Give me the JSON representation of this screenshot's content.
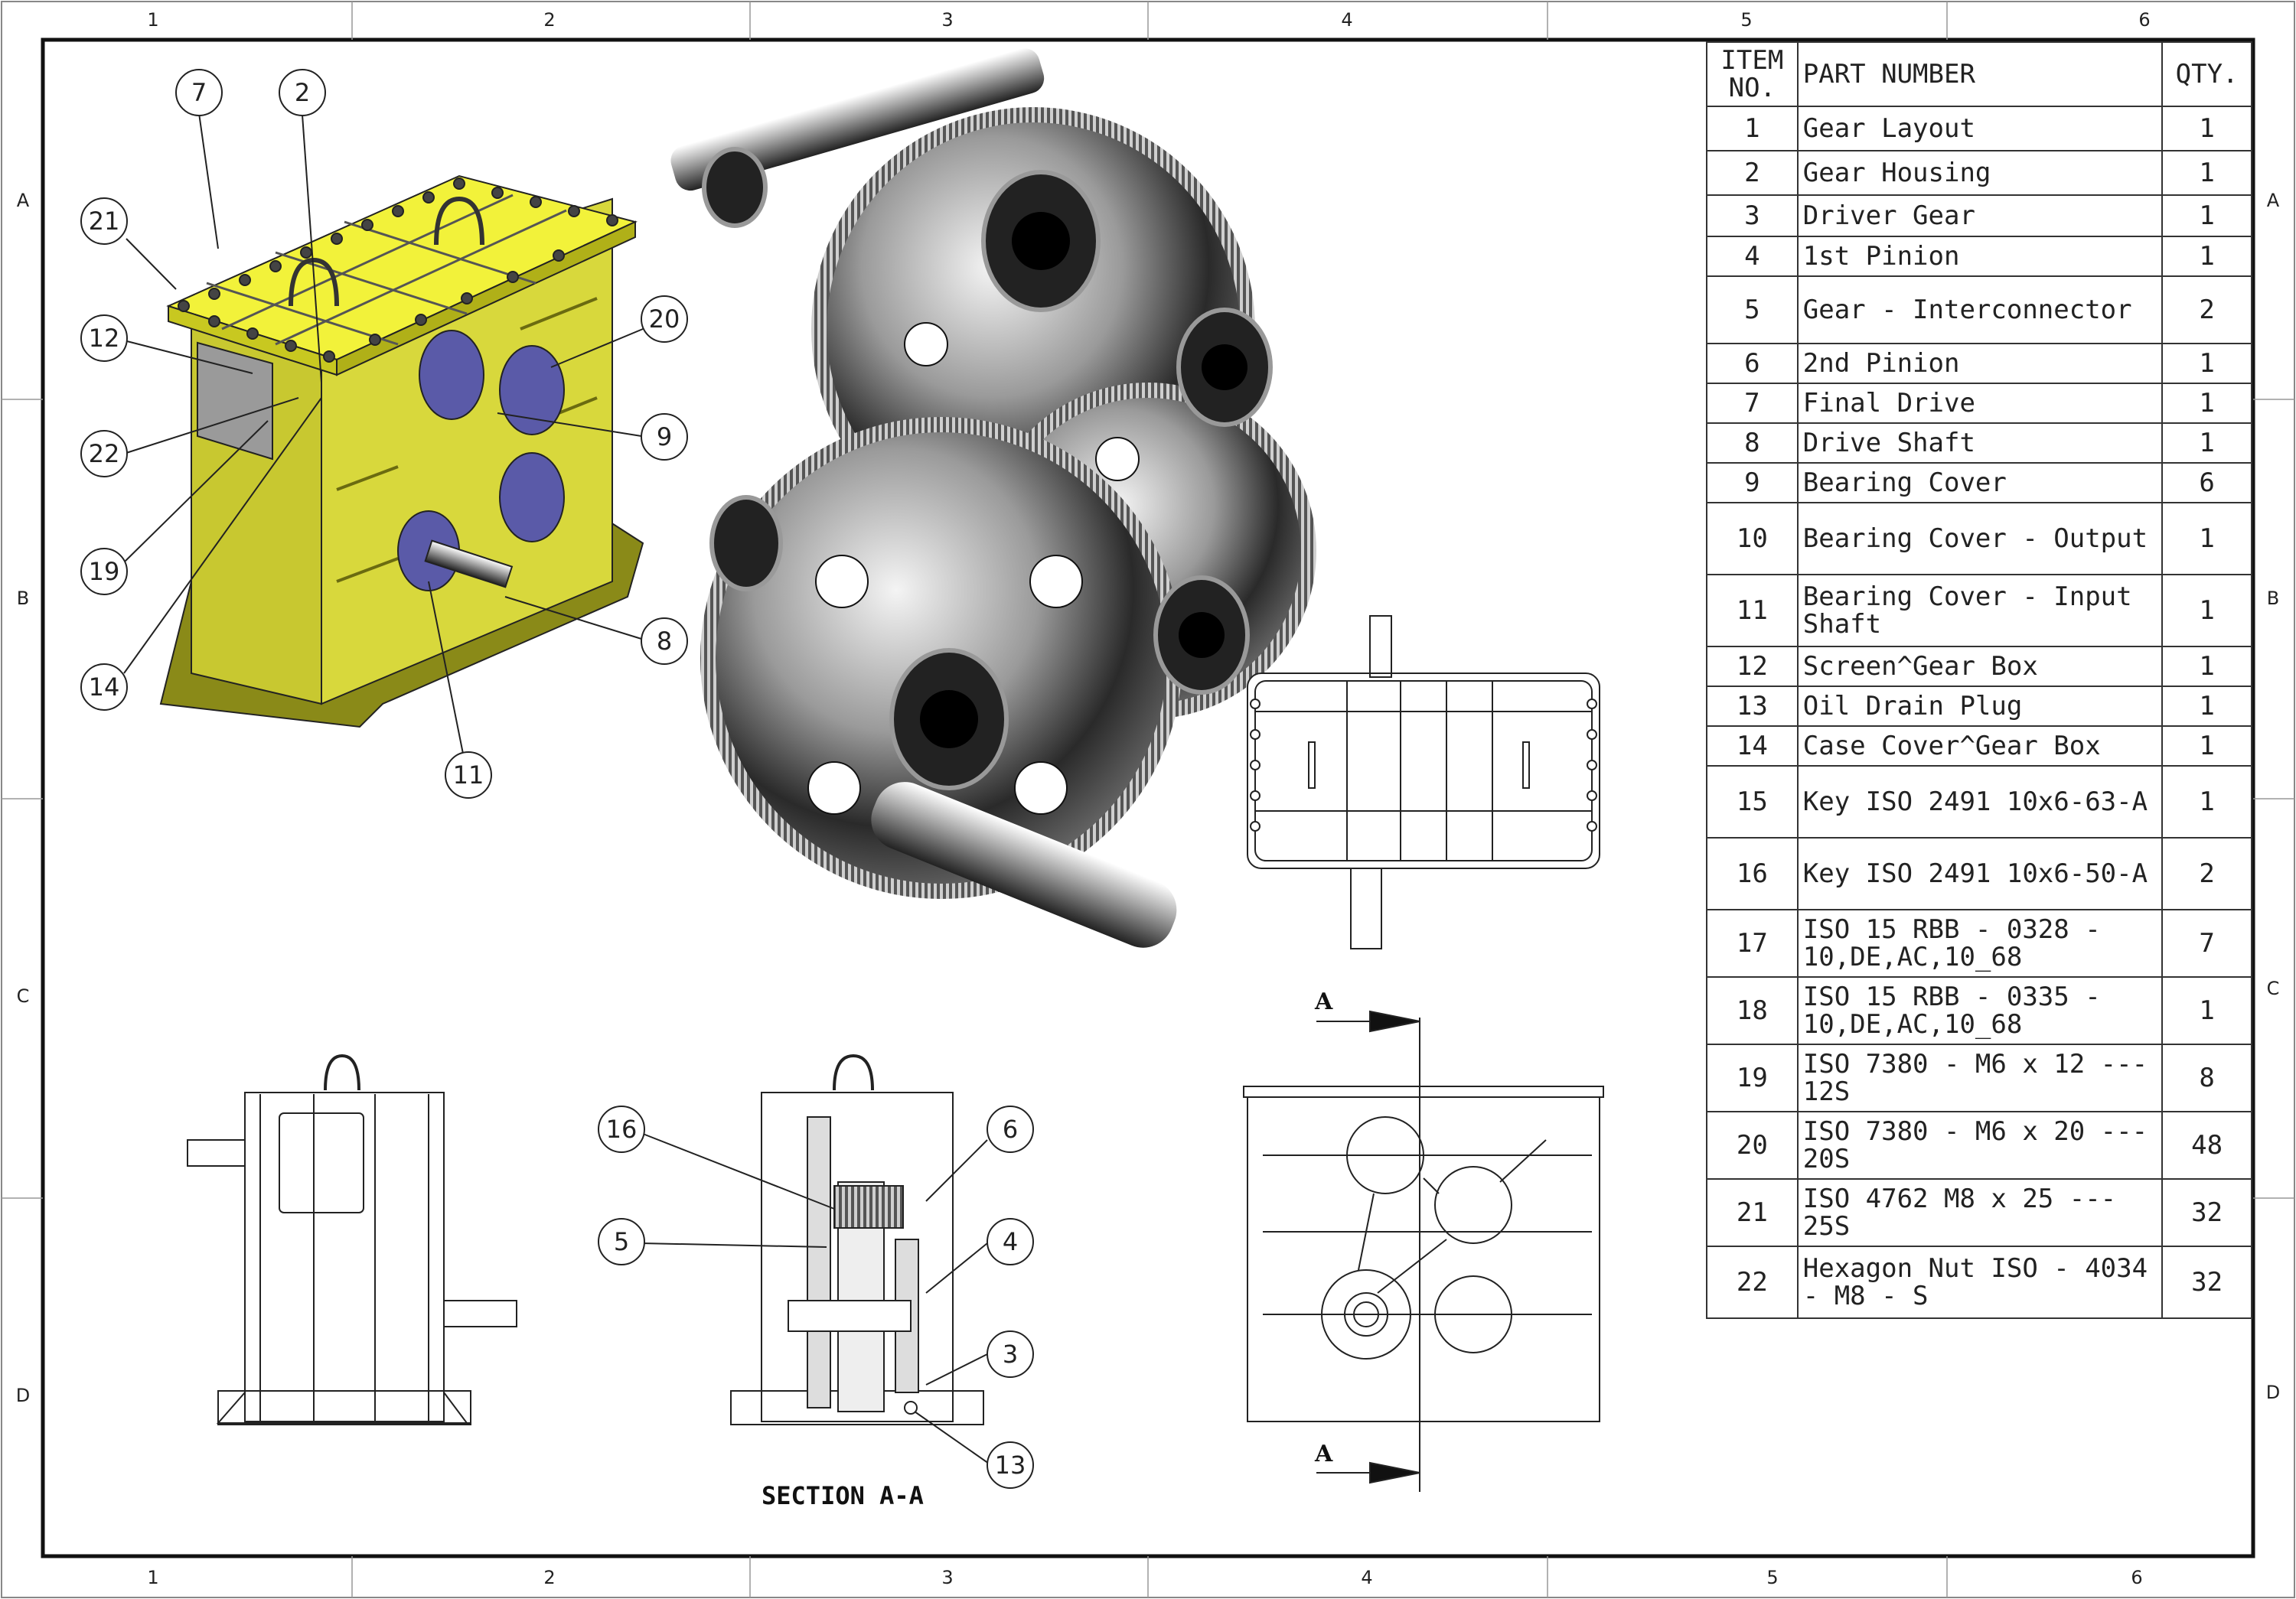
{
  "border": {
    "top_columns": [
      "1",
      "2",
      "3",
      "4",
      "5",
      "6"
    ],
    "bottom_columns": [
      "1",
      "2",
      "3",
      "4",
      "5",
      "6"
    ],
    "rows": [
      "A",
      "B",
      "C",
      "D"
    ]
  },
  "bom": {
    "headers": {
      "item": "ITEM NO.",
      "part": "PART NUMBER",
      "qty": "QTY."
    },
    "rows": [
      {
        "item": "1",
        "part": "Gear Layout",
        "qty": "1"
      },
      {
        "item": "2",
        "part": "Gear Housing",
        "qty": "1"
      },
      {
        "item": "3",
        "part": "Driver Gear",
        "qty": "1"
      },
      {
        "item": "4",
        "part": "1st Pinion",
        "qty": "1"
      },
      {
        "item": "5",
        "part": "Gear - Interconnector",
        "qty": "2"
      },
      {
        "item": "6",
        "part": "2nd Pinion",
        "qty": "1"
      },
      {
        "item": "7",
        "part": "Final Drive",
        "qty": "1"
      },
      {
        "item": "8",
        "part": "Drive Shaft",
        "qty": "1"
      },
      {
        "item": "9",
        "part": "Bearing Cover",
        "qty": "6"
      },
      {
        "item": "10",
        "part": "Bearing Cover - Output",
        "qty": "1"
      },
      {
        "item": "11",
        "part": "Bearing Cover - Input Shaft",
        "qty": "1"
      },
      {
        "item": "12",
        "part": "Screen^Gear Box",
        "qty": "1"
      },
      {
        "item": "13",
        "part": "Oil Drain Plug",
        "qty": "1"
      },
      {
        "item": "14",
        "part": "Case Cover^Gear Box",
        "qty": "1"
      },
      {
        "item": "15",
        "part": "Key ISO 2491 10x6-63-A",
        "qty": "1"
      },
      {
        "item": "16",
        "part": "Key ISO 2491 10x6-50-A",
        "qty": "2"
      },
      {
        "item": "17",
        "part": "ISO 15 RBB - 0328 - 10,DE,AC,10_68",
        "qty": "7"
      },
      {
        "item": "18",
        "part": "ISO 15 RBB - 0335 - 10,DE,AC,10_68",
        "qty": "1"
      },
      {
        "item": "19",
        "part": "ISO 7380 - M6 x 12 --- 12S",
        "qty": "8"
      },
      {
        "item": "20",
        "part": "ISO 7380 - M6 x 20 --- 20S",
        "qty": "48"
      },
      {
        "item": "21",
        "part": "ISO 4762 M8 x 25 --- 25S",
        "qty": "32"
      },
      {
        "item": "22",
        "part": "Hexagon Nut ISO - 4034 - M8 - S",
        "qty": "32"
      }
    ]
  },
  "section_title": "SECTION A-A",
  "section_marker": "A",
  "balloons_iso": [
    "7",
    "2",
    "21",
    "20",
    "12",
    "9",
    "22",
    "19",
    "8",
    "14",
    "11"
  ],
  "balloons_section": [
    "16",
    "6",
    "5",
    "4",
    "3",
    "13"
  ],
  "colors": {
    "housing": "#e8e84a",
    "housing_dark": "#9c9c1e",
    "cover": "#5a5aa8",
    "line": "#222222"
  }
}
